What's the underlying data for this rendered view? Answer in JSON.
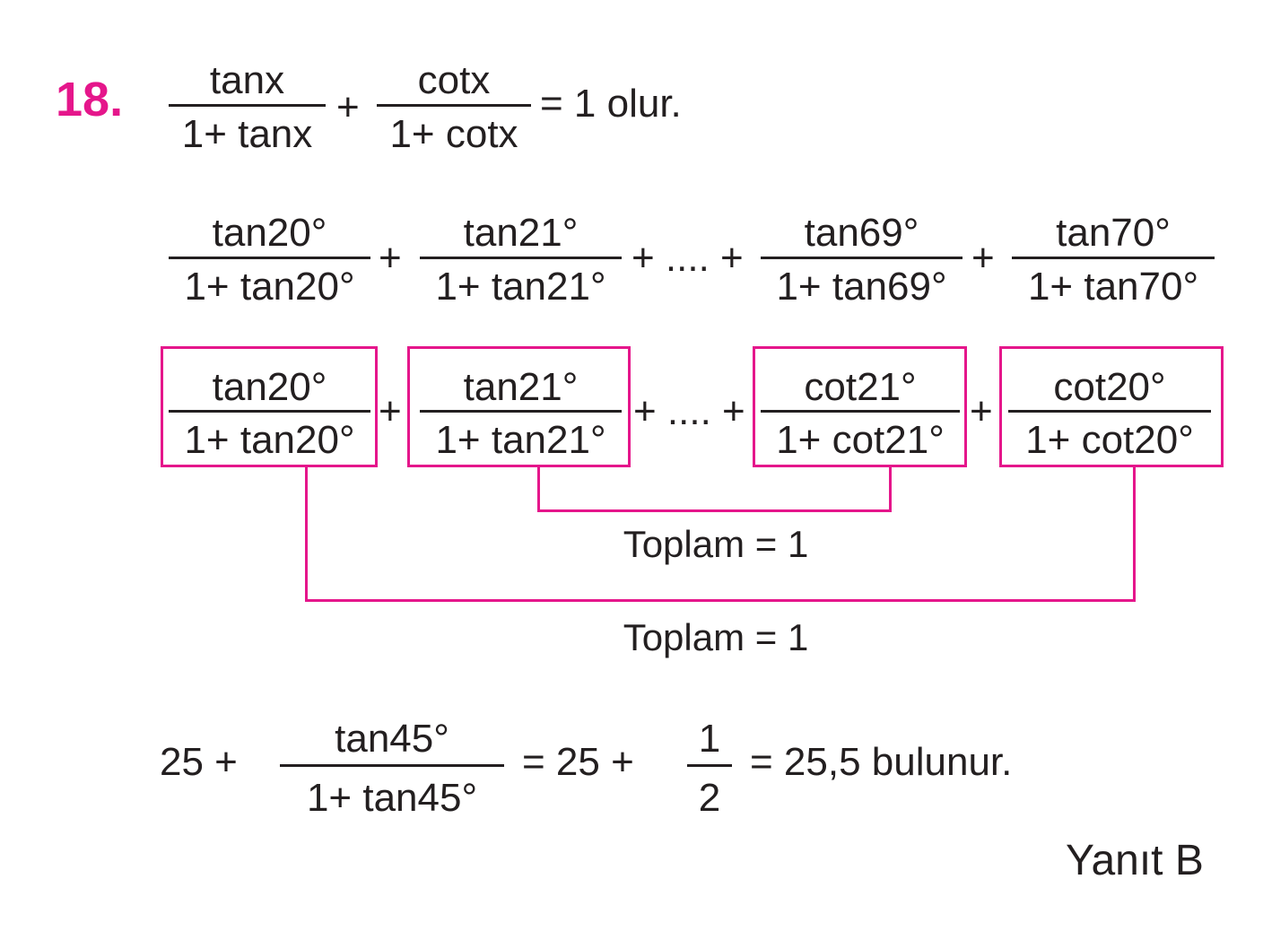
{
  "problem_number": "18.",
  "identity": {
    "num1": "tanx",
    "den1": "1+ tanx",
    "plus": "+",
    "num2": "cotx",
    "den2": "1+ cotx",
    "result": "= 1  olur."
  },
  "series_row": {
    "terms": [
      {
        "num": "tan20°",
        "den": "1+ tan20°"
      },
      {
        "num": "tan21°",
        "den": "1+ tan21°"
      },
      {
        "num": "tan69°",
        "den": "1+ tan69°"
      },
      {
        "num": "tan70°",
        "den": "1+ tan70°"
      }
    ],
    "plus": "+",
    "ellipsis": "+ .... +"
  },
  "paired_row": {
    "terms": [
      {
        "num": "tan20°",
        "den": "1+ tan20°"
      },
      {
        "num": "tan21°",
        "den": "1+ tan21°"
      },
      {
        "num": "cot21°",
        "den": "1+ cot21°"
      },
      {
        "num": "cot20°",
        "den": "1+ cot20°"
      }
    ],
    "plus": "+",
    "ellipsis": "+ .... +"
  },
  "inner_sum_label": "Toplam = 1",
  "outer_sum_label": "Toplam = 1",
  "final": {
    "lead": "25 +",
    "num": "tan45°",
    "den": "1+ tan45°",
    "mid": "= 25 +",
    "half_num": "1",
    "half_den": "2",
    "tail": "= 25,5 bulunur."
  },
  "answer": "Yanıt B",
  "colors": {
    "accent": "#e5168b",
    "text": "#231f20"
  }
}
